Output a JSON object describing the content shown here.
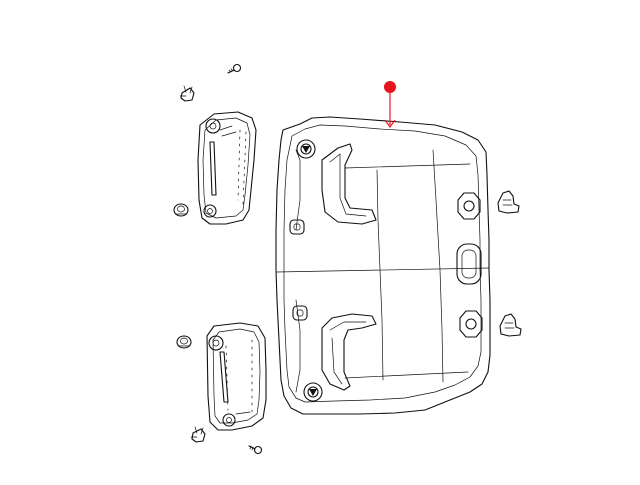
{
  "diagram": {
    "callout_color": "#e8141c",
    "line_color": "#111111",
    "parts": [
      "headliner-panel",
      "sun-visor-upper",
      "sun-visor-lower",
      "visor-clip",
      "screw",
      "coat-hook",
      "retainer-clip"
    ]
  }
}
